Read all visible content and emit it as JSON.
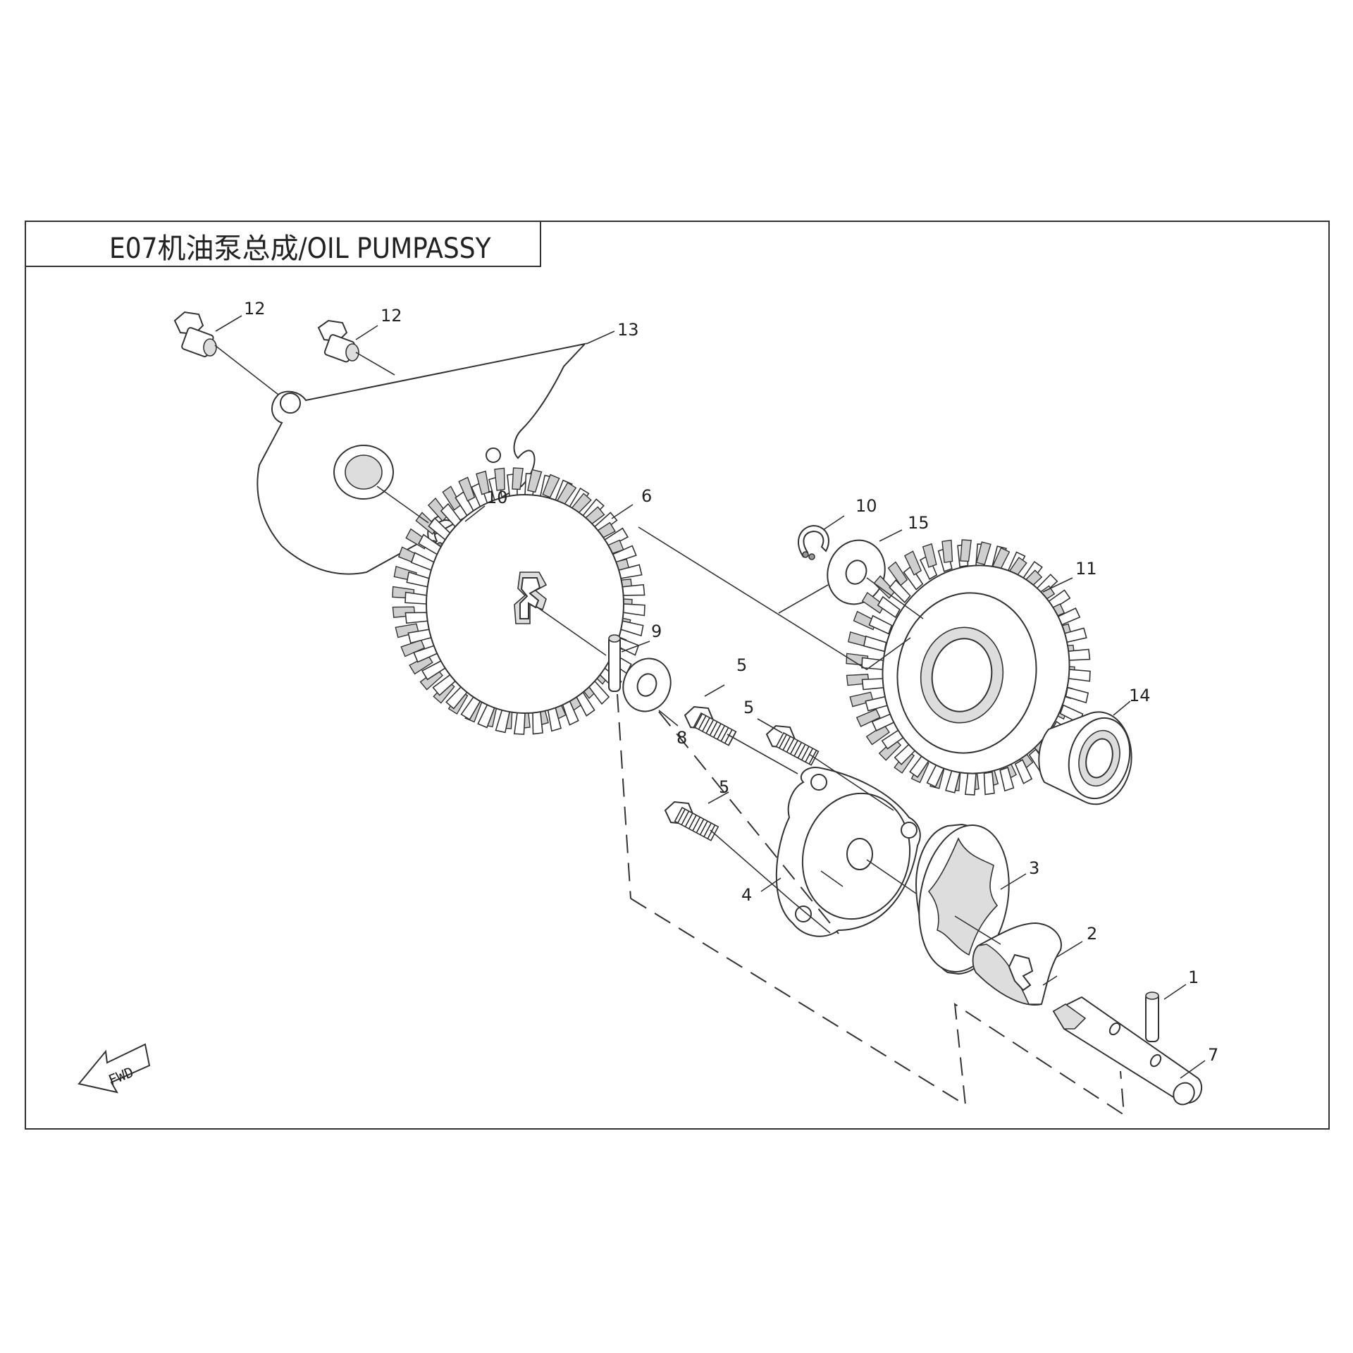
{
  "title": "E07机油泵总成/OIL PUMPASSY",
  "fwd_label": "FWD",
  "callouts": {
    "c1": "1",
    "c2": "2",
    "c3": "3",
    "c4": "4",
    "c5a": "5",
    "c5b": "5",
    "c5c": "5",
    "c6": "6",
    "c7": "7",
    "c8": "8",
    "c9": "9",
    "c10a": "10",
    "c10b": "10",
    "c11": "11",
    "c12a": "12",
    "c12b": "12",
    "c13": "13",
    "c14": "14",
    "c15": "15"
  }
}
